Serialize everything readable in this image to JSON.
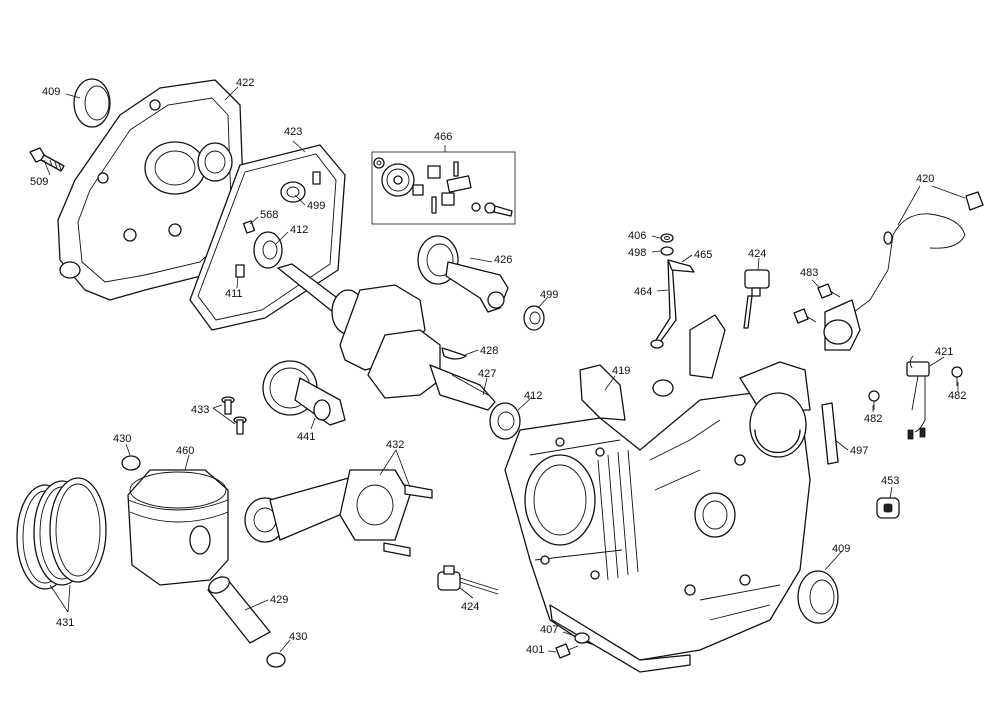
{
  "diagram": {
    "labels": [
      "409",
      "422",
      "509",
      "423",
      "499",
      "568",
      "412",
      "411",
      "466",
      "426",
      "499",
      "406",
      "498",
      "465",
      "464",
      "424",
      "420",
      "483",
      "421",
      "482",
      "482",
      "428",
      "427",
      "412",
      "419",
      "433",
      "441",
      "430",
      "460",
      "432",
      "497",
      "453",
      "409",
      "431",
      "429",
      "430",
      "424",
      "407",
      "401"
    ]
  },
  "colors": {
    "ink": "#111111",
    "paper": "#ffffff"
  }
}
